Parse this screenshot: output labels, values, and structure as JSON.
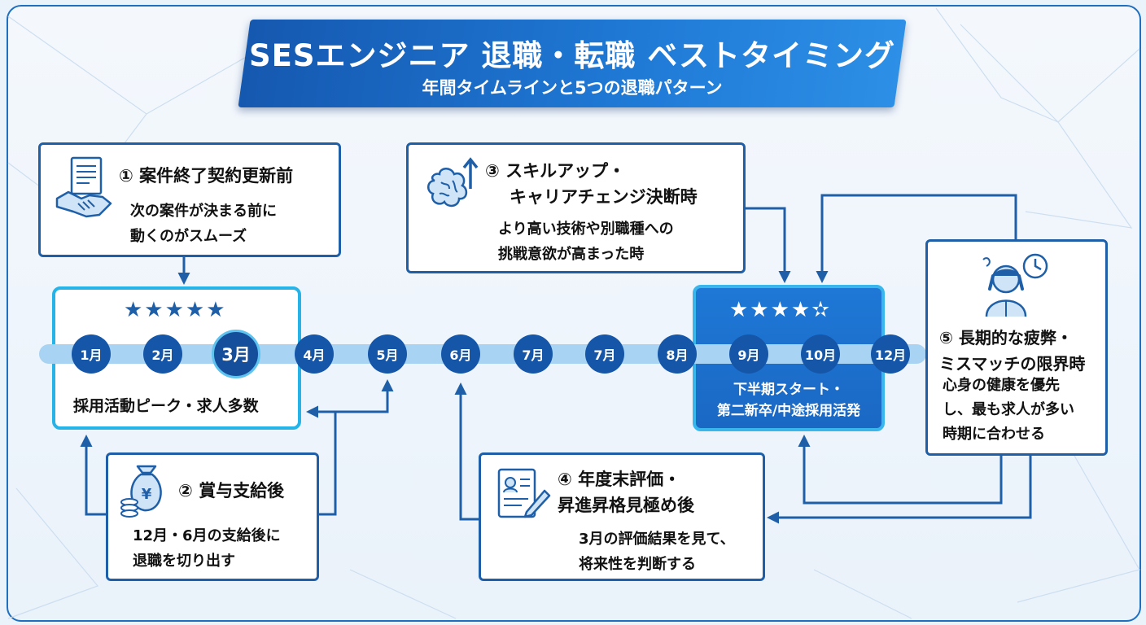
{
  "title": {
    "main": "SESエンジニア 退職・転職 ベストタイミング",
    "sub": "年間タイムラインと5つの退職パターン"
  },
  "cards": [
    {
      "title_lines": [
        "① 案件終了契約更新前"
      ],
      "body_lines": [
        "次の案件が決まる前に",
        "動くのがスムーズ"
      ],
      "icon": "handshake-document-icon"
    },
    {
      "title_lines": [
        "② 賞与支給後"
      ],
      "body_lines": [
        "12月・6月の支給後に",
        "退職を切り出す"
      ],
      "icon": "money-bag-icon"
    },
    {
      "title_lines": [
        "③ スキルアップ・",
        "キャリアチェンジ決断時"
      ],
      "body_lines": [
        "より高い技術や別職種への",
        "挑戦意欲が高まった時"
      ],
      "icon": "brain-growth-icon"
    },
    {
      "title_lines": [
        "④ 年度末評価・",
        "昇進昇格見極め後"
      ],
      "body_lines": [
        "3月の評価結果を見て、",
        "将来性を判断する"
      ],
      "icon": "evaluation-document-icon"
    },
    {
      "title_lines": [
        "⑤ 長期的な疲弊・",
        "ミスマッチの限界時"
      ],
      "body_lines": [
        "心身の健康を優先",
        "し、最も求人が多い",
        "時期に合わせる"
      ],
      "icon": "stressed-person-clock-icon"
    }
  ],
  "timeline": {
    "months": [
      "1月",
      "2月",
      "3月",
      "4月",
      "5月",
      "6月",
      "7月",
      "7月",
      "8月",
      "9月",
      "10月",
      "12月"
    ],
    "highlight_index": 2
  },
  "zones": {
    "left": {
      "stars": "★★★★★",
      "rating": 5,
      "caption": "採用活動ピーク・求人多数"
    },
    "right": {
      "stars": "★★★★✫",
      "rating": 4.5,
      "caption_lines": [
        "下半期スタート・",
        "第二新卒/中途採用活発"
      ]
    }
  },
  "colors": {
    "primary": "#1556a8",
    "accent": "#26b3e8",
    "timeline": "#a9d3f2",
    "card_border": "#1f5fa8"
  }
}
